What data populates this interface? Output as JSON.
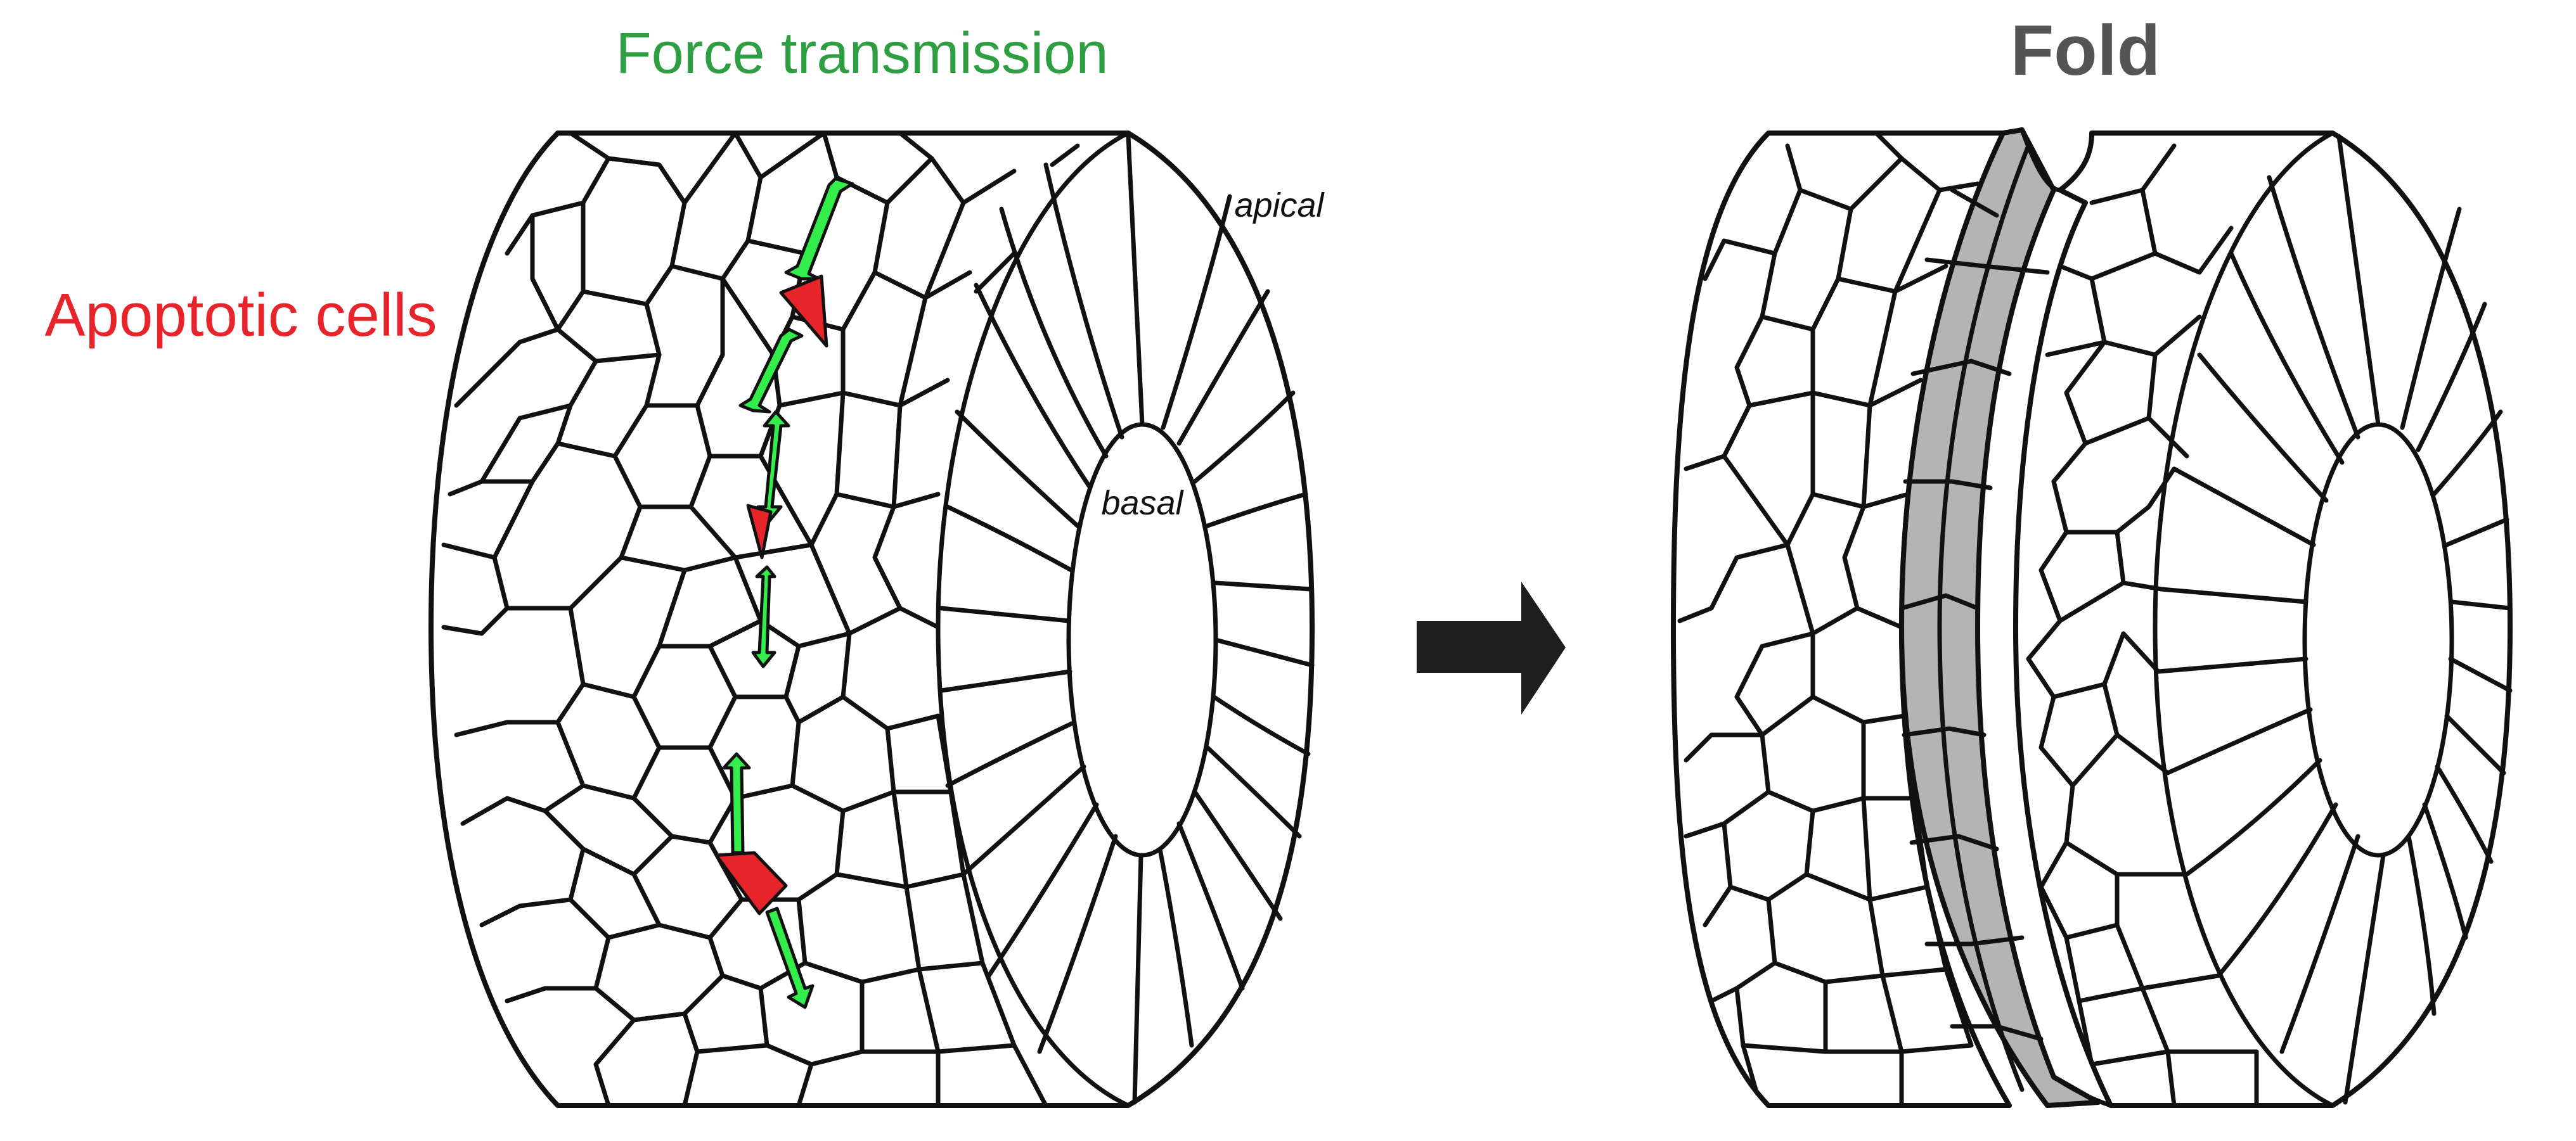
{
  "labels": {
    "force_transmission": "Force transmission",
    "fold": "Fold",
    "apoptotic_cells": "Apoptotic cells",
    "apical": "apical",
    "basal": "basal"
  },
  "colors": {
    "force": "#2e9e42",
    "apoptotic": "#e8242b",
    "arrow_fill": "#33ee4a",
    "fold_band": "#b4b4b4",
    "title_fold": "#555555",
    "outline": "#111111"
  }
}
